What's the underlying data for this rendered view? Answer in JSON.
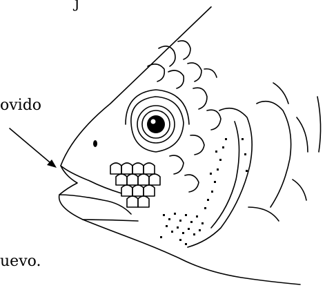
{
  "labels": {
    "top_fragment": "j",
    "left_fragment": "ovido",
    "bottom_fragment": "uevo."
  },
  "colors": {
    "ink": "#000000",
    "background": "#ffffff"
  }
}
